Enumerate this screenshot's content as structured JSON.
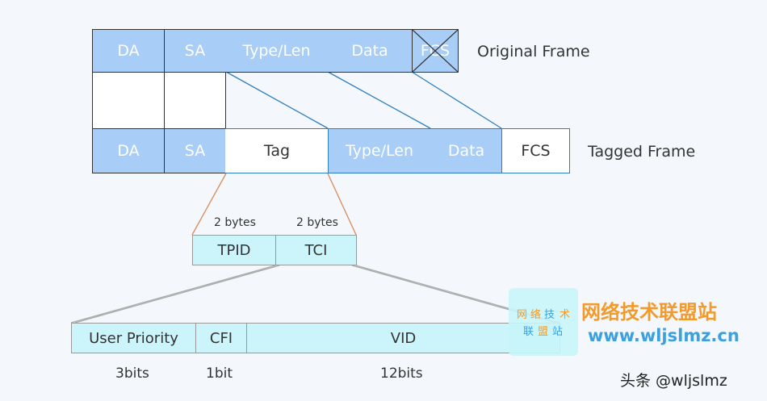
{
  "original_frame": {
    "label": "Original Frame",
    "fields": [
      "DA",
      "SA",
      "Type/Len",
      "Data",
      "FCS"
    ]
  },
  "tagged_frame": {
    "label": "Tagged Frame",
    "fields": [
      "DA",
      "SA",
      "Tag",
      "Type/Len",
      "Data",
      "FCS"
    ]
  },
  "tag": {
    "fields": [
      "TPID",
      "TCI"
    ],
    "sizes": [
      "2 bytes",
      "2 bytes"
    ]
  },
  "tci": {
    "fields": [
      "User Priority",
      "CFI",
      "VID"
    ],
    "sizes": [
      "3bits",
      "1bit",
      "12bits"
    ]
  },
  "watermark": {
    "logo_line1": [
      "网",
      "络",
      "技",
      "术"
    ],
    "logo_line2": [
      "联",
      "盟",
      "站"
    ],
    "title": "网络技术联盟站",
    "url": "www.wljslmz.cn",
    "credit": "头条 @wljslmz"
  },
  "colors": {
    "field_blue": "#a8cdf6",
    "field_cyan": "#ccf4fb",
    "connector_blue": "#2f7fc0",
    "connector_orange": "#d98a5a",
    "watermark_orange": "#f39a2c",
    "watermark_blue": "#3aa0e0"
  }
}
